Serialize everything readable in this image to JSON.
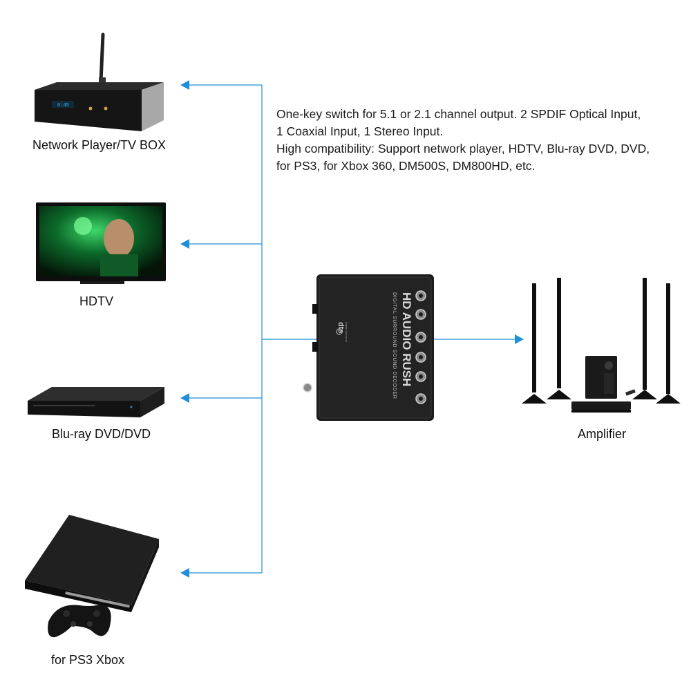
{
  "description": {
    "lines": [
      "One-key switch for 5.1 or 2.1 channel output. 2 SPDIF Optical Input,",
      "1 Coaxial Input, 1 Stereo Input.",
      "High compatibility: Support network player, HDTV, Blu-ray DVD, DVD,",
      "for PS3, for Xbox 360, DM500S, DM800HD, etc."
    ]
  },
  "devices": {
    "network_player": "Network Player/TV BOX",
    "hdtv": "HDTV",
    "bluray": "Blu-ray DVD/DVD",
    "ps3": "for PS3 Xbox",
    "amplifier": "Amplifier"
  },
  "decoder": {
    "title": "HD AUDIO RUSH",
    "subtitle": "DIGITAL SURROUND SOUND DECODER",
    "logo": "dts",
    "logo_sub": "Digital Surround"
  },
  "colors": {
    "connector": "#1e8fd8",
    "device_body": "#1c1c1c"
  }
}
